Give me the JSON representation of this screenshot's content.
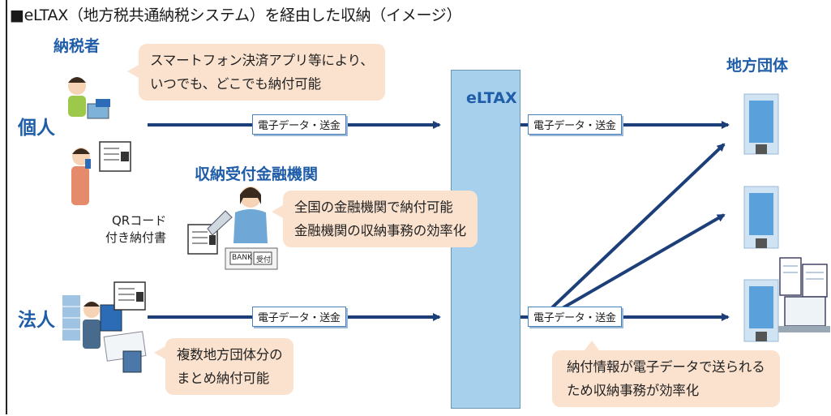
{
  "title": "■eLTAX（地方税共通納税システム）を経由した収納（イメージ）",
  "taxpayer": {
    "heading": "納税者",
    "individual": "個人",
    "corporation": "法人"
  },
  "bubbles": {
    "taxpayer_line1": "スマートフォン決済アプリ等により、",
    "taxpayer_line2": "いつでも、どこでも納付可能",
    "bank_line1": "全国の金融機関で納付可能",
    "bank_line2": "金融機関の収納事務の効率化",
    "corp_line1": "複数地方団体分の",
    "corp_line2": "まとめ納付可能",
    "local_line1": "納付情報が電子データで送られる",
    "local_line2": "ため収納事務が効率化"
  },
  "bank": {
    "heading": "収納受付金融機関",
    "qr_line1": "QRコード",
    "qr_line2": "付き納付書",
    "counter_bank": "BANK",
    "counter_uketsuke": "受付"
  },
  "eltax": {
    "label": "eLTAX"
  },
  "local_gov": {
    "heading": "地方団体"
  },
  "tags": {
    "individual_to_eltax": "電子データ・送金",
    "corp_to_eltax": "電子データ・送金",
    "eltax_to_local_top": "電子データ・送金",
    "eltax_to_local_bottom": "電子データ・送金"
  },
  "colors": {
    "accent_blue": "#1f5da8",
    "arrow_navy": "#1c3f7a",
    "eltax_fill": "#a6d0ec",
    "bubble_fill": "#fbe2cf"
  }
}
